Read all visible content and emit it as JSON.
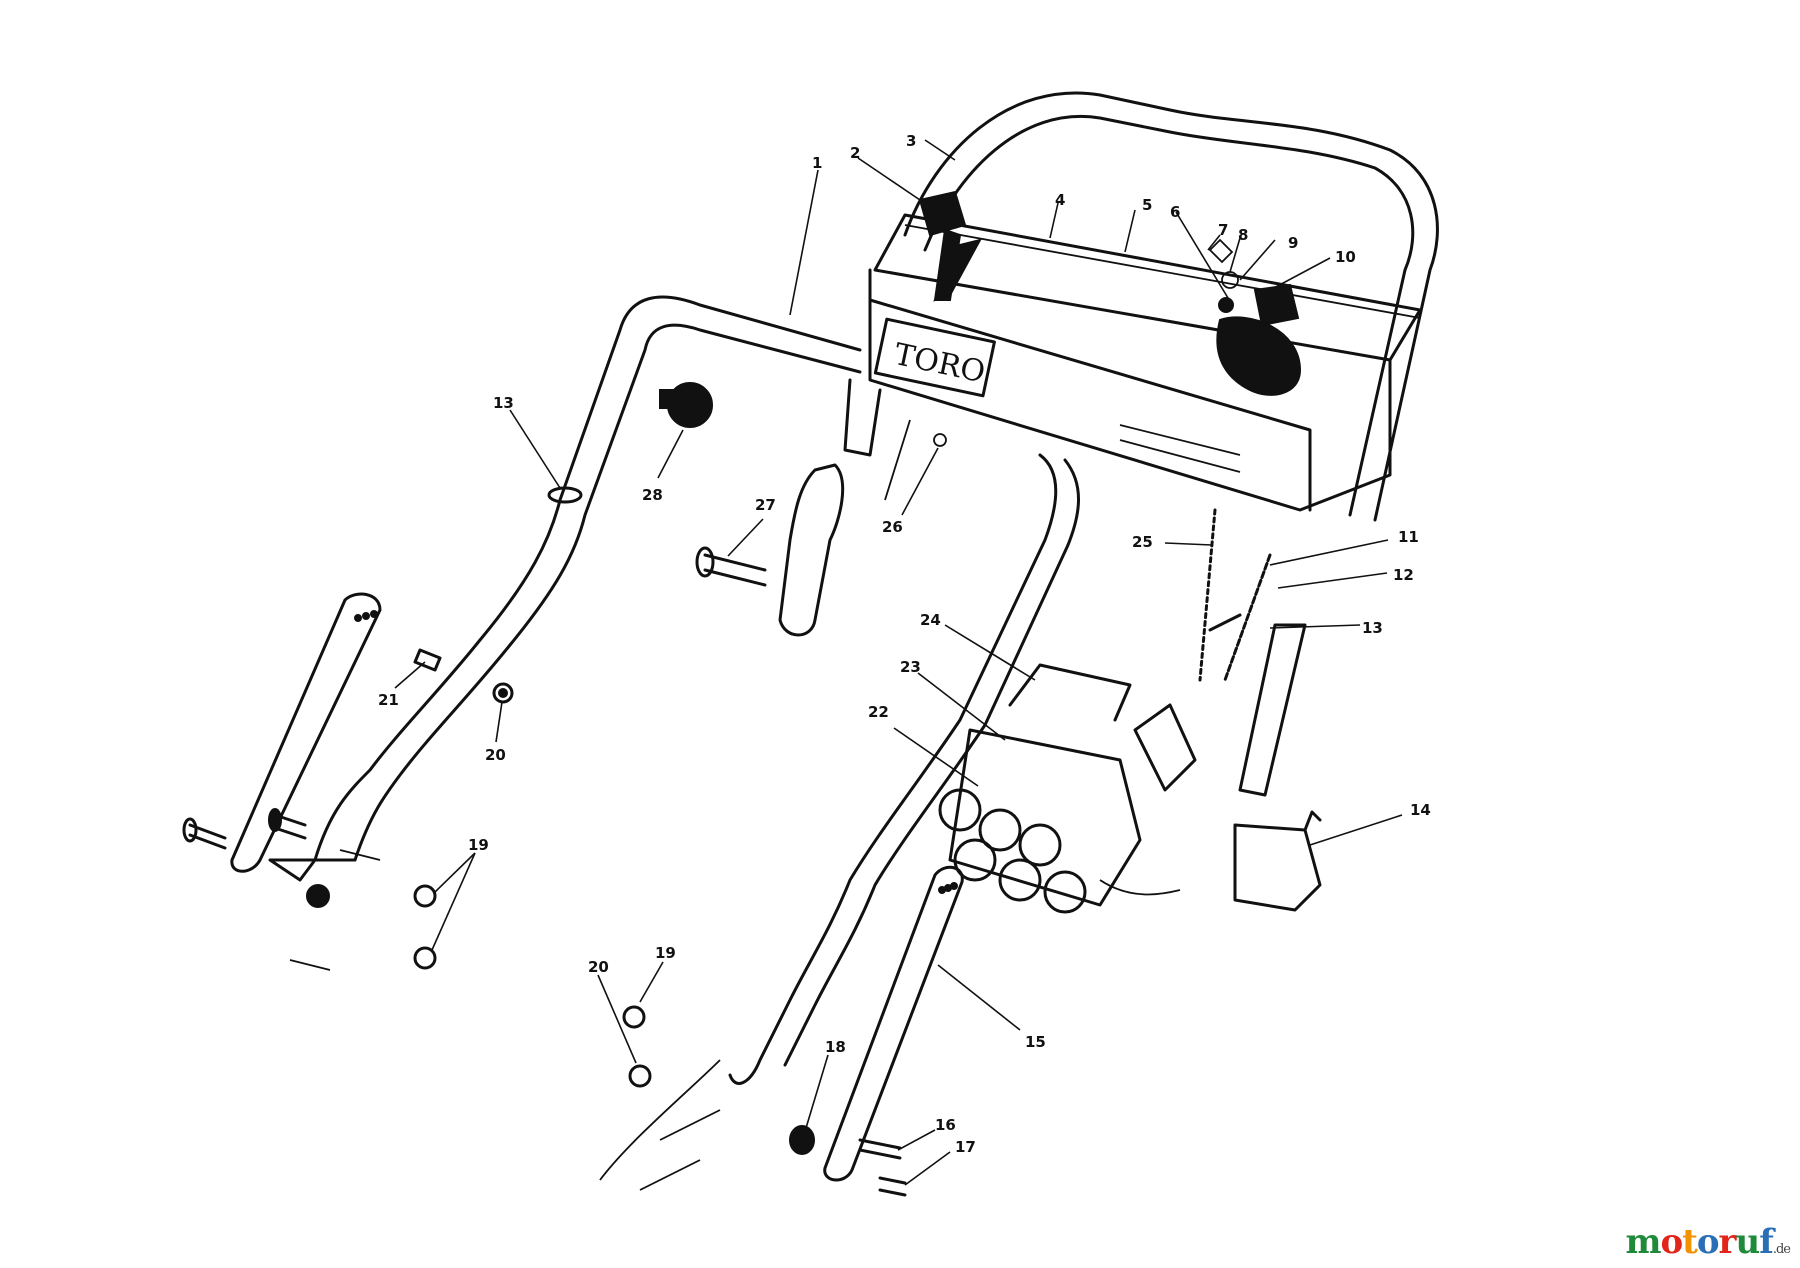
{
  "diagram": {
    "brand_label": "TORO",
    "callouts": [
      "1",
      "2",
      "3",
      "4",
      "5",
      "6",
      "7",
      "8",
      "9",
      "10",
      "11",
      "12",
      "13",
      "13",
      "14",
      "15",
      "16",
      "17",
      "18",
      "19",
      "19",
      "20",
      "20",
      "21",
      "22",
      "23",
      "24",
      "25",
      "26",
      "27",
      "28"
    ]
  },
  "watermark": {
    "name": "motoruf",
    "suffix": ".de",
    "colors": [
      "#1f8a3a",
      "#e1251b",
      "#f39200",
      "#2a6fb5",
      "#e1251b",
      "#1f8a3a",
      "#2a6fb5"
    ]
  }
}
